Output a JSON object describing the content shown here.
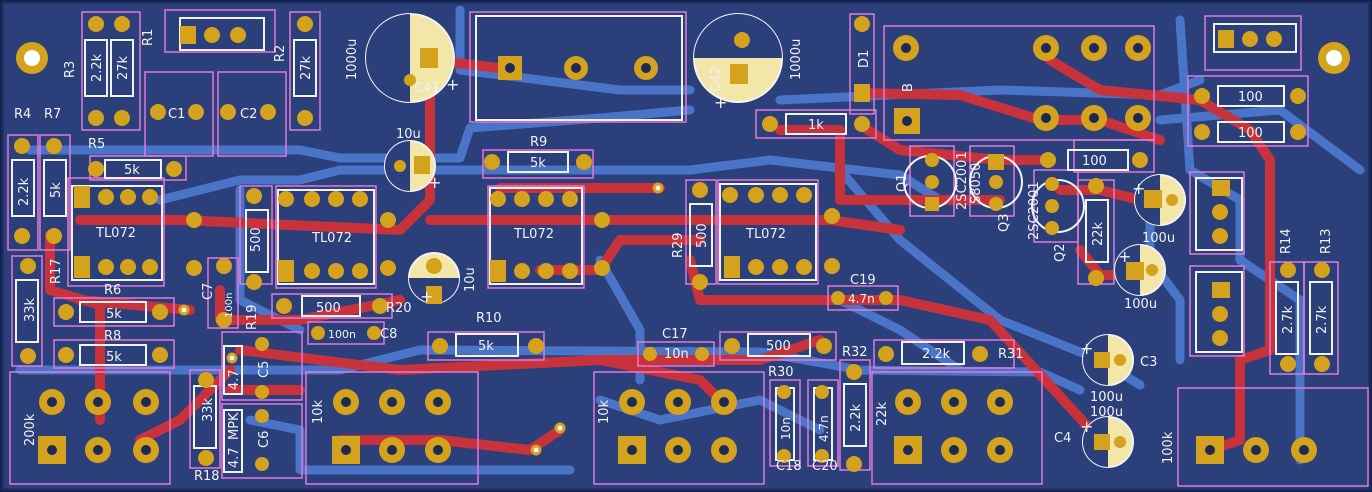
{
  "colors": {
    "board": "#2b3f7a",
    "edge": "#1a2a5c",
    "trace_red": "#c8323a",
    "trace_blue": "#4a74c7",
    "pad": "#d4a21c",
    "silk": "#f2f2f2",
    "outline": "#e07ad8",
    "hole": "#1d2a55",
    "cap_fill": "#f2e7a8"
  },
  "labels": {
    "R1": "R1",
    "R2": "R2",
    "R3": "R3",
    "R4": "R4",
    "R5": "R5",
    "R6": "R6",
    "R7": "R7",
    "R8": "R8",
    "R9": "R9",
    "R10": "R10",
    "R13": "R13",
    "R14": "R14",
    "R17": "R17",
    "R18": "R18",
    "R19": "R19",
    "R20": "R20",
    "R29": "R29",
    "R30": "R30",
    "R31": "R31",
    "R32": "R32",
    "C1": "C1",
    "C2": "C2",
    "C3": "C3",
    "C4": "C4",
    "C5": "C5",
    "C6": "C6",
    "C7": "C7",
    "C8": "C8",
    "C17": "C17",
    "C18": "C18",
    "C19": "C19",
    "C20": "C20",
    "C41": "C41",
    "C42": "C42",
    "D1": "D1",
    "Q1": "Q1",
    "Q2": "Q2",
    "Q3": "Q3",
    "B": "B"
  },
  "values": {
    "v2k2": "2.2k",
    "v27k": "27k",
    "v5k": "5k",
    "v33k": "33k",
    "v500": "500",
    "v1k": "1k",
    "v100": "100",
    "v22k": "22k",
    "v2k7": "2.7k",
    "v200k": "200k",
    "v10k": "10k",
    "v22kpot": "22k",
    "v100k": "100k",
    "v1000u": "1000u",
    "v10u": "10u",
    "v100u": "100u",
    "v100n": "100n",
    "v10n": "10n",
    "v4n7": "4.7n",
    "v4_7": "4.7",
    "MPK": "MPK",
    "TL072": "TL072",
    "2SC2001": "2SC2001",
    "S8050": "S8050"
  }
}
